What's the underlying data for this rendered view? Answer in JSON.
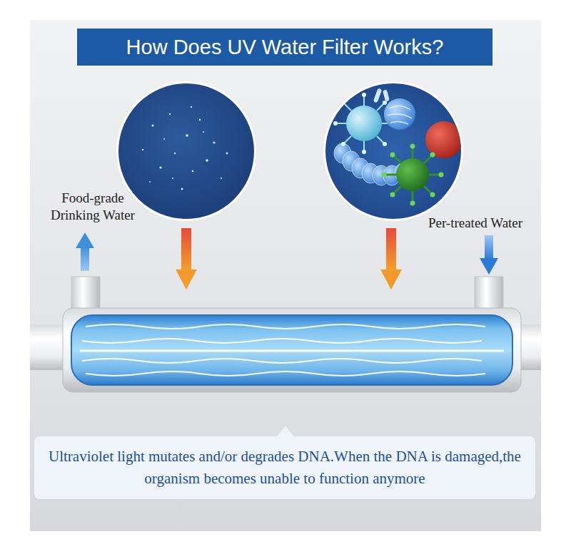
{
  "diagram": {
    "title": "How Does UV Water Filter Works?",
    "nodes": [
      {
        "text": [
          "Ultraviolet light mutates and/or degrades DNA.When the DNA is damaged,the organism becomes unable to function anymore"
        ]
      }
    ],
    "labels": [
      "Food-grade Drinking Water",
      "Per-treated Water"
    ]
  }
}
